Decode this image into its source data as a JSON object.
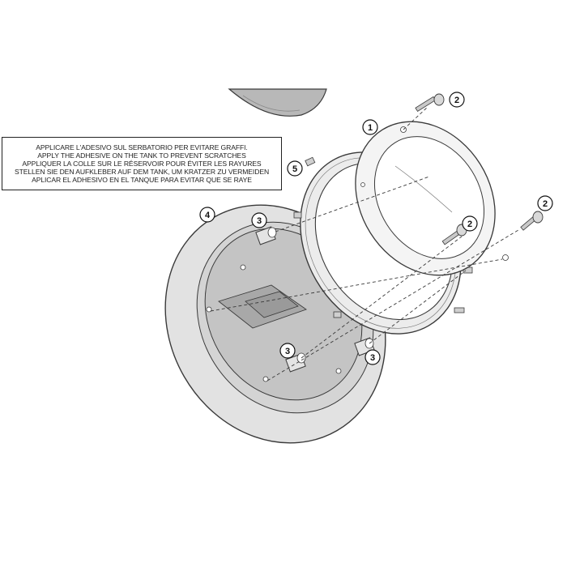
{
  "note": {
    "lines": [
      "APPLICARE L'ADESIVO SUL SERBATORIO PER EVITARE GRAFFI.",
      "APPLY THE ADHESIVE ON THE TANK TO PREVENT SCRATCHES",
      "APPLIQUER LA COLLE SUR LE RÉSERVOIR POUR ÉVITER LES RAYURES",
      "STELLEN SIE DEN AUFKLEBER AUF DEM TANK, UM KRATZER ZU VERMEIDEN",
      "APLICAR EL ADHESIVO EN EL TANQUE PARA EVITAR QUE SE RAYE"
    ]
  },
  "callouts": {
    "ring_top": "1",
    "screw_top": "2",
    "screw_right": "2",
    "screw_mid": "2",
    "spacer_left": "3",
    "spacer_center": "3",
    "spacer_right": "3",
    "adhesive_plate": "4",
    "flange_ring": "5"
  },
  "colors": {
    "line": "#3a3a3a",
    "plate_fill": "#d9d9d9",
    "inner_fill": "#bdbdbd",
    "ring_fill": "#e6e6e6",
    "cap_fill": "#b8b8b8"
  }
}
